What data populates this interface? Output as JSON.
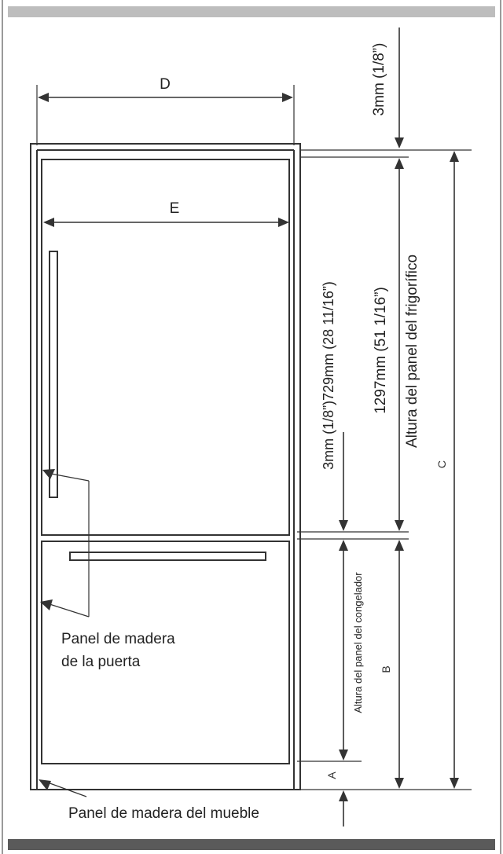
{
  "colors": {
    "top_bar": "#bdbdbd",
    "bottom_bar": "#5a5a5a",
    "line": "#333333",
    "border": "#9a9a9a"
  },
  "labels": {
    "D": "D",
    "E": "E",
    "C": "C",
    "B": "B",
    "A": "A",
    "top_gap": "3mm (1/8”)",
    "fridge_dims": "1297mm (51 1/16”)",
    "fridge_panel_height": "Altura del panel del frigorífico",
    "mid_dims": "3mm (1/8”)729mm (28 11/16”)",
    "freezer_panel_height": "Altura del panel del congelador",
    "door_panel_line1": "Panel de madera",
    "door_panel_line2": "de la puerta",
    "cabinet_panel": "Panel de madera del mueble"
  }
}
